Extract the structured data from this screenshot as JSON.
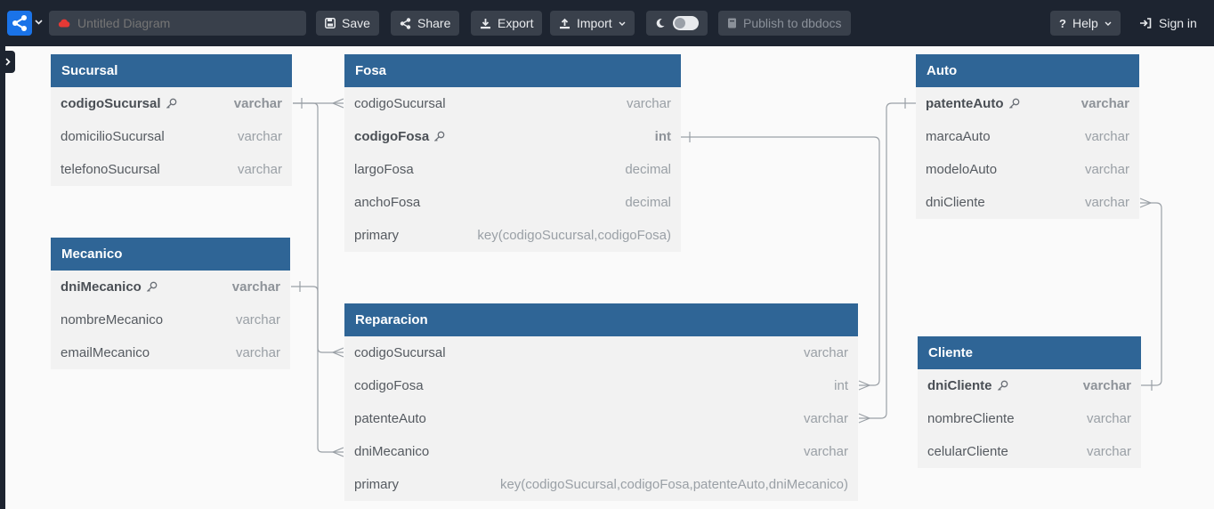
{
  "header": {
    "diagram_title_placeholder": "Untitled Diagram",
    "save_label": "Save",
    "share_label": "Share",
    "export_label": "Export",
    "import_label": "Import",
    "publish_label": "Publish to dbdocs",
    "help_label": "Help",
    "signin_label": "Sign in"
  },
  "colors": {
    "topbar": "#1d2430",
    "button": "#39404b",
    "table_header": "#2f6596",
    "table_body": "#f2f2f2",
    "canvas": "#fafafa",
    "logo": "#1a73e8",
    "cloud": "#e53935"
  },
  "tables": {
    "sucursal": {
      "name": "Sucursal",
      "fields": [
        {
          "name": "codigoSucursal",
          "type": "varchar",
          "pk": true
        },
        {
          "name": "domicilioSucursal",
          "type": "varchar"
        },
        {
          "name": "telefonoSucursal",
          "type": "varchar"
        }
      ]
    },
    "mecanico": {
      "name": "Mecanico",
      "fields": [
        {
          "name": "dniMecanico",
          "type": "varchar",
          "pk": true
        },
        {
          "name": "nombreMecanico",
          "type": "varchar"
        },
        {
          "name": "emailMecanico",
          "type": "varchar"
        }
      ]
    },
    "fosa": {
      "name": "Fosa",
      "fields": [
        {
          "name": "codigoSucursal",
          "type": "varchar"
        },
        {
          "name": "codigoFosa",
          "type": "int",
          "pk": true
        },
        {
          "name": "largoFosa",
          "type": "decimal"
        },
        {
          "name": "anchoFosa",
          "type": "decimal"
        },
        {
          "name": "primary",
          "type": "key(codigoSucursal,codigoFosa)"
        }
      ]
    },
    "reparacion": {
      "name": "Reparacion",
      "fields": [
        {
          "name": "codigoSucursal",
          "type": "varchar"
        },
        {
          "name": "codigoFosa",
          "type": "int"
        },
        {
          "name": "patenteAuto",
          "type": "varchar"
        },
        {
          "name": "dniMecanico",
          "type": "varchar"
        },
        {
          "name": "primary",
          "type": "key(codigoSucursal,codigoFosa,patenteAuto,dniMecanico)"
        }
      ]
    },
    "auto": {
      "name": "Auto",
      "fields": [
        {
          "name": "patenteAuto",
          "type": "varchar",
          "pk": true
        },
        {
          "name": "marcaAuto",
          "type": "varchar"
        },
        {
          "name": "modeloAuto",
          "type": "varchar"
        },
        {
          "name": "dniCliente",
          "type": "varchar"
        }
      ]
    },
    "cliente": {
      "name": "Cliente",
      "fields": [
        {
          "name": "dniCliente",
          "type": "varchar",
          "pk": true
        },
        {
          "name": "nombreCliente",
          "type": "varchar"
        },
        {
          "name": "celularCliente",
          "type": "varchar"
        }
      ]
    }
  }
}
